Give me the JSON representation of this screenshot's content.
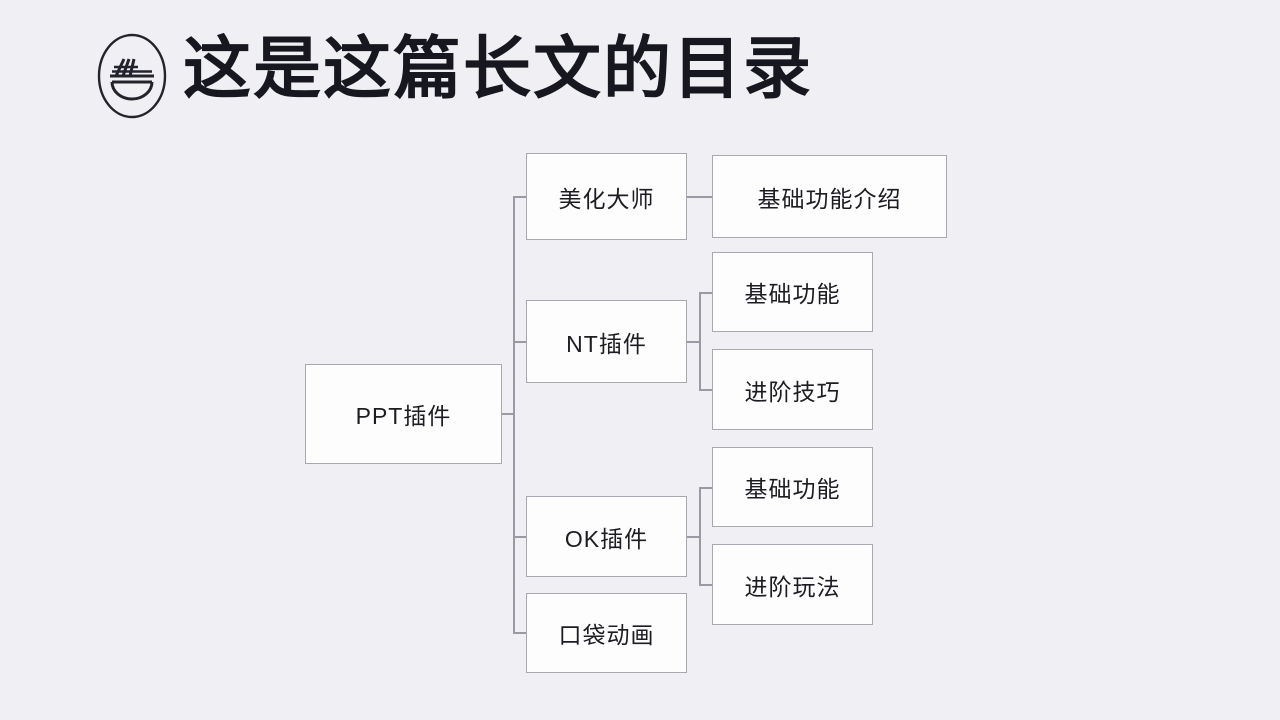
{
  "slide": {
    "background_color": "#f0f0f4",
    "title": "这是这篇长文的目录",
    "logo_icon": "noodle-bowl-circle-icon",
    "text_color": "#17171f",
    "node_border_color": "#a8a8b0",
    "node_fill_color": "#fdfdfe",
    "connector_color": "#9a9aa4"
  },
  "diagram": {
    "type": "tree",
    "orientation": "left-to-right",
    "root": {
      "id": "root",
      "label": "PPT插件"
    },
    "level2": [
      {
        "id": "n-meihua",
        "label": "美化大师"
      },
      {
        "id": "n-nt",
        "label": "NT插件"
      },
      {
        "id": "n-ok",
        "label": "OK插件"
      },
      {
        "id": "n-koudai",
        "label": "口袋动画"
      }
    ],
    "level3": [
      {
        "id": "n-jc-jieshao",
        "parent": "n-meihua",
        "label": "基础功能介绍"
      },
      {
        "id": "n-nt-jc",
        "parent": "n-nt",
        "label": "基础功能"
      },
      {
        "id": "n-nt-jj",
        "parent": "n-nt",
        "label": "进阶技巧"
      },
      {
        "id": "n-ok-jc",
        "parent": "n-ok",
        "label": "基础功能"
      },
      {
        "id": "n-ok-jj",
        "parent": "n-ok",
        "label": "进阶玩法"
      }
    ]
  }
}
